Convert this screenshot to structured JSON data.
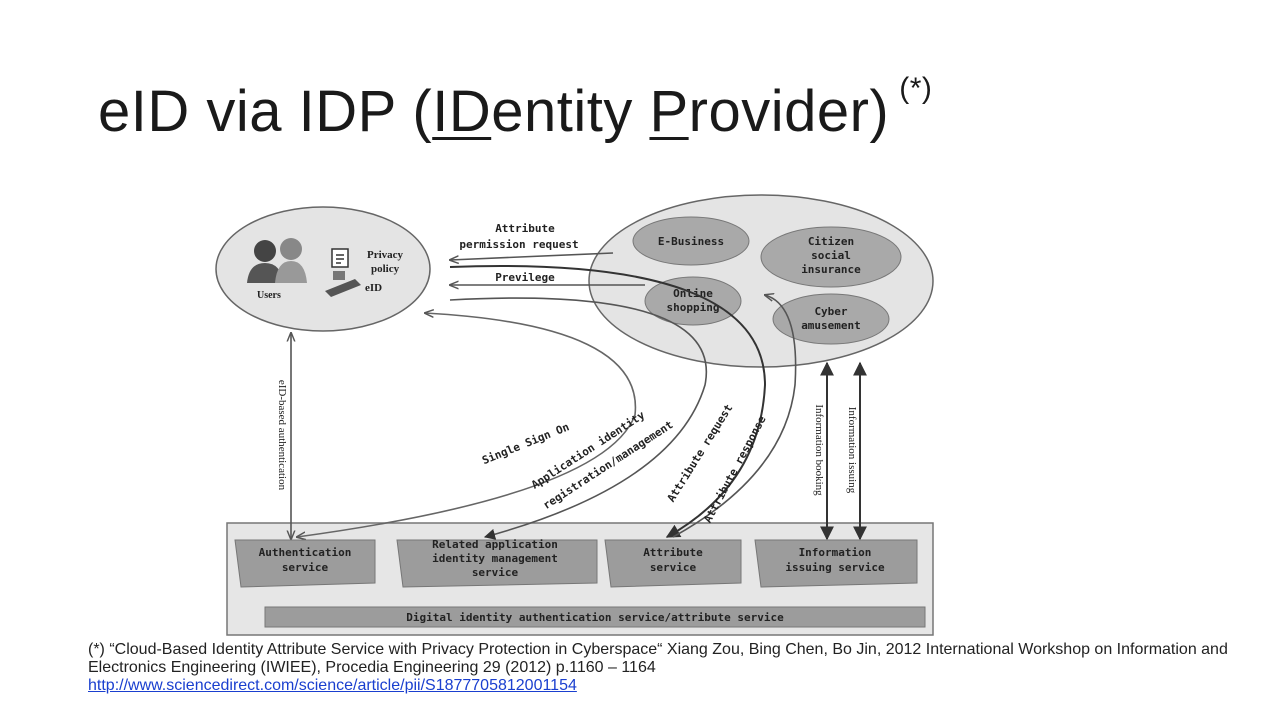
{
  "slide": {
    "title_prefix": "eID via IDP (",
    "title_id": "ID",
    "title_entity": "entity ",
    "title_p": "P",
    "title_rovider": "rovider)",
    "title_marker": "(*)"
  },
  "diagram": {
    "users_label": "Users",
    "privacy_policy_line1": "Privacy",
    "privacy_policy_line2": "policy",
    "eid_label": "eID",
    "services": {
      "ebusiness": "E-Business",
      "citizen_line1": "Citizen",
      "citizen_line2": "social",
      "citizen_line3": "insurance",
      "online_line1": "Online",
      "online_line2": "shopping",
      "cyber_line1": "Cyber",
      "cyber_line2": "amusement"
    },
    "arrows": {
      "attr_perm_line1": "Attribute",
      "attr_perm_line2": "permission request",
      "previlege": "Previlege",
      "eid_auth": "eID-based authentication",
      "sso": "Single Sign On",
      "app_id_line1": "Application identity",
      "app_id_line2": "registration/management",
      "attr_request": "Attribute request",
      "attr_response": "Attribute response",
      "info_booking": "Information booking",
      "info_issuing": "Information issuing"
    },
    "boxes": {
      "auth_line1": "Authentication",
      "auth_line2": "service",
      "related_line1": "Related application",
      "related_line2": "identity management",
      "related_line3": "service",
      "attr_line1": "Attribute",
      "attr_line2": "service",
      "infoiss_line1": "Information",
      "infoiss_line2": "issuing service",
      "digital": "Digital identity authentication service/attribute service"
    }
  },
  "footnote": {
    "text": "(*) “Cloud-Based Identity Attribute Service with Privacy Protection in Cyberspace“ Xiang Zou, Bing Chen, Bo Jin, 2012 International Workshop on Information and Electronics Engineering (IWIEE), Procedia Engineering 29 (2012) p.1160 – 1164",
    "link": "http://www.sciencedirect.com/science/article/pii/S1877705812001154"
  }
}
